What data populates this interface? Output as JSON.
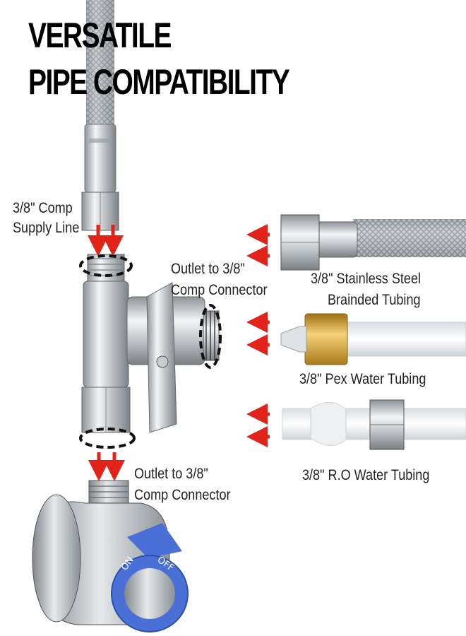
{
  "title": {
    "line1": "VERSATILE",
    "line2": "PIPE COMPATIBILITY"
  },
  "labels": {
    "supply_line_1": "3/8\" Comp",
    "supply_line_2": "Supply Line",
    "outlet_top_1": "Outlet to 3/8\"",
    "outlet_top_2": "Comp Connector",
    "outlet_bottom_1": "Outlet to 3/8\"",
    "outlet_bottom_2": "Comp Connector",
    "steel_1": "3/8\" Stainless Steel",
    "steel_2": "Brainded Tubing",
    "pex": "3/8\" Pex Water Tubing",
    "ro": "3/8\" R.O Water Tubing"
  },
  "valve_text": {
    "on": "ON",
    "off": "OFF"
  },
  "colors": {
    "arrow": "#e2231a",
    "chrome": "#c9ccd0",
    "brass": "#d9a62e",
    "knob": "#4a6fd6",
    "tube": "#f2f4f6"
  }
}
